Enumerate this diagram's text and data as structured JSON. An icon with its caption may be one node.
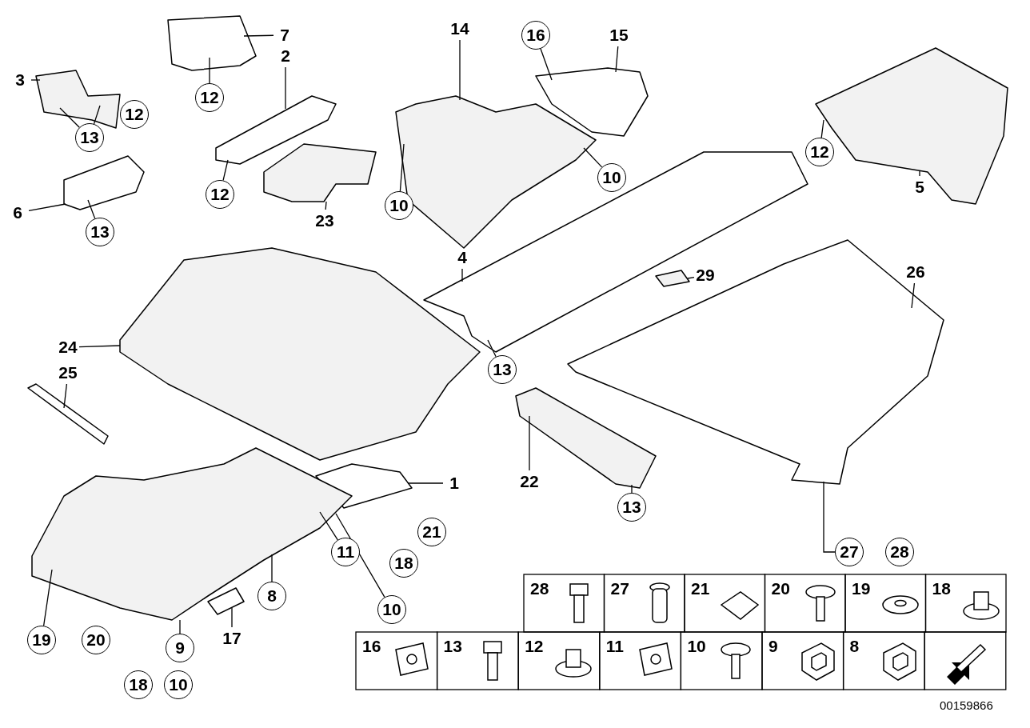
{
  "diagram": {
    "nodes": [
      {
        "text": [],
        "shape": "picture"
      },
      {
        "text": [],
        "shape": "picture"
      },
      {
        "text": [],
        "shape": "picture"
      },
      {
        "text": [],
        "shape": "picture"
      },
      {
        "text": [],
        "shape": "picture"
      },
      {
        "text": [],
        "shape": "picture"
      },
      {
        "text": [],
        "shape": "picture"
      },
      {
        "text": [],
        "shape": "picture"
      },
      {
        "text": [],
        "shape": "picture"
      },
      {
        "text": [],
        "shape": "picture"
      },
      {
        "text": [],
        "shape": "picture"
      },
      {
        "text": [],
        "shape": "picture"
      },
      {
        "text": [],
        "shape": "picture"
      },
      {
        "text": [],
        "shape": "picture"
      },
      {
        "text": [],
        "shape": "picture"
      },
      {
        "text": [],
        "shape": "picture"
      },
      {
        "text": [],
        "shape": "picture"
      },
      {
        "text": [
          "7"
        ]
      },
      {
        "text": [
          "3"
        ]
      },
      {
        "text": [
          "14"
        ]
      },
      {
        "text": [
          "16"
        ]
      },
      {
        "text": [
          "15"
        ]
      },
      {
        "text": [
          "2"
        ]
      },
      {
        "text": [
          "12"
        ]
      },
      {
        "text": [
          "12"
        ]
      },
      {
        "text": [
          "13"
        ]
      },
      {
        "text": [
          "12"
        ]
      },
      {
        "text": [
          "5"
        ]
      },
      {
        "text": [
          "12"
        ]
      },
      {
        "text": [
          "10"
        ]
      },
      {
        "text": [
          "10"
        ]
      },
      {
        "text": [
          "6"
        ]
      },
      {
        "text": [
          "13"
        ]
      },
      {
        "text": [
          "23"
        ]
      },
      {
        "text": [
          "4"
        ]
      },
      {
        "text": [
          "26"
        ]
      },
      {
        "text": [
          "29"
        ]
      },
      {
        "text": [
          "24"
        ]
      },
      {
        "text": [
          "13"
        ]
      },
      {
        "text": [
          "25"
        ]
      },
      {
        "text": [
          "22"
        ]
      },
      {
        "text": [
          "1"
        ]
      },
      {
        "text": [
          "13"
        ]
      },
      {
        "text": [
          "21"
        ]
      },
      {
        "text": [
          "11"
        ]
      },
      {
        "text": [
          "27"
        ]
      },
      {
        "text": [
          "28"
        ]
      },
      {
        "text": [
          "18"
        ]
      },
      {
        "text": [
          "8"
        ]
      },
      {
        "text": [
          "10"
        ]
      },
      {
        "text": [
          "19"
        ]
      },
      {
        "text": [
          "20"
        ]
      },
      {
        "text": [
          "17"
        ]
      },
      {
        "text": [
          "9"
        ]
      },
      {
        "text": [
          "18"
        ]
      },
      {
        "text": [
          "10"
        ]
      }
    ],
    "edges": [
      {
        "from": 17,
        "to": 0,
        "arrow": "none"
      },
      {
        "from": 18,
        "to": 1,
        "arrow": "none"
      },
      {
        "from": 19,
        "to": 3,
        "arrow": "none"
      },
      {
        "from": 20,
        "to": 4,
        "arrow": "none"
      },
      {
        "from": 21,
        "to": 4,
        "arrow": "none"
      },
      {
        "from": 22,
        "to": 2,
        "arrow": "none"
      },
      {
        "from": 23,
        "to": 0,
        "arrow": "none"
      },
      {
        "from": 25,
        "to": 1,
        "arrow": "none"
      },
      {
        "from": 25,
        "to": 1,
        "arrow": "none"
      },
      {
        "from": 26,
        "to": 5,
        "arrow": "none"
      },
      {
        "from": 27,
        "to": 5,
        "arrow": "none"
      },
      {
        "from": 28,
        "to": 2,
        "arrow": "none"
      },
      {
        "from": 29,
        "to": 3,
        "arrow": "none"
      },
      {
        "from": 30,
        "to": 3,
        "arrow": "none"
      },
      {
        "from": 31,
        "to": 6,
        "arrow": "none"
      },
      {
        "from": 32,
        "to": 6,
        "arrow": "none"
      },
      {
        "from": 33,
        "to": 7,
        "arrow": "none"
      },
      {
        "from": 34,
        "to": 8,
        "arrow": "none"
      },
      {
        "from": 35,
        "to": 10,
        "arrow": "none"
      },
      {
        "from": 36,
        "to": 9,
        "arrow": "none"
      },
      {
        "from": 37,
        "to": 11,
        "arrow": "none"
      },
      {
        "from": 38,
        "to": 8,
        "arrow": "none"
      },
      {
        "from": 39,
        "to": 12,
        "arrow": "none"
      },
      {
        "from": 40,
        "to": 13,
        "arrow": "none"
      },
      {
        "from": 41,
        "to": 14,
        "arrow": "none"
      },
      {
        "from": 42,
        "to": 13,
        "arrow": "none"
      },
      {
        "from": 44,
        "to": 15,
        "arrow": "none"
      },
      {
        "from": 45,
        "to": 10,
        "arrow": "none"
      },
      {
        "from": 48,
        "to": 15,
        "arrow": "none"
      },
      {
        "from": 49,
        "to": 15,
        "arrow": "none"
      },
      {
        "from": 50,
        "to": 15,
        "arrow": "none"
      },
      {
        "from": 52,
        "to": 16,
        "arrow": "none"
      },
      {
        "from": 53,
        "to": 15,
        "arrow": "none"
      }
    ],
    "labels": [
      "28",
      "27",
      "21",
      "20",
      "19",
      "18",
      "16",
      "13",
      "12",
      "11",
      "10",
      "9",
      "8",
      "00159866"
    ]
  }
}
